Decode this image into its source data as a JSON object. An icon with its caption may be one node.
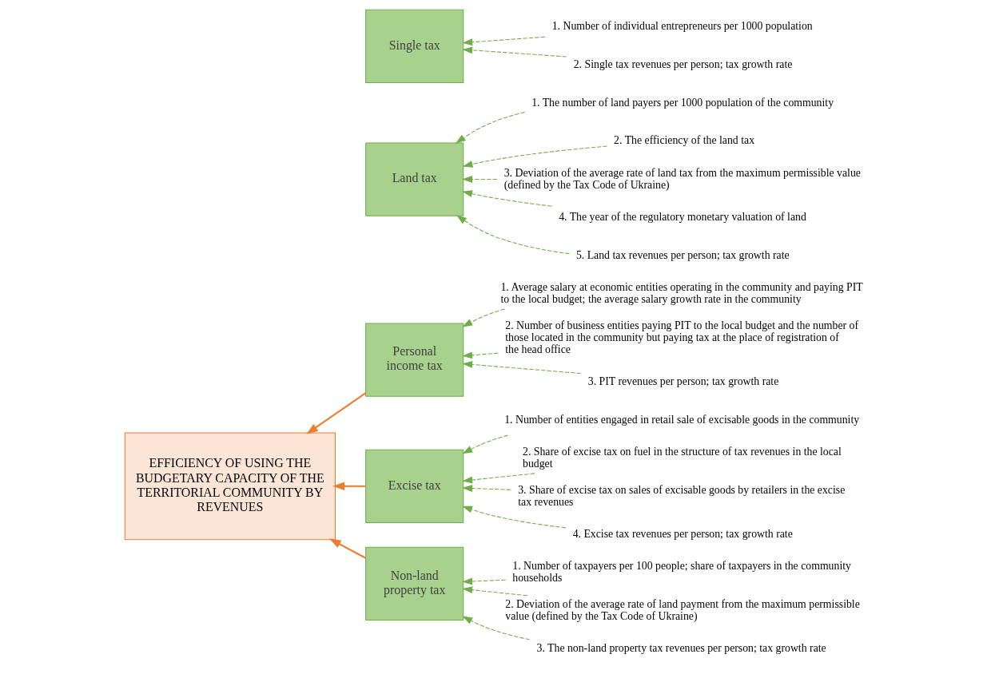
{
  "diagram": {
    "nodes": [
      {
        "text": [
          "EFFICIENCY OF USING THE BUDGETARY CAPACITY OF THE TERRITORIAL COMMUNITY BY REVENUES"
        ]
      },
      {
        "text": [
          "Personal income tax"
        ]
      },
      {
        "text": [
          "1. Average salary at economic entities operating in the community and paying PIT to the local budget; the average salary growth rate in the community"
        ]
      },
      {
        "text": [
          "2. Number of business entities paying PIT to the local budget and the number of those located in the community but paying tax at the place of registration of the head office"
        ]
      },
      {
        "text": [
          "3. PIT revenues per person; tax growth rate"
        ]
      },
      {
        "text": [
          "Excise tax"
        ]
      },
      {
        "text": [
          "1. Number of entities engaged in retail sale of excisable goods in the community"
        ]
      },
      {
        "text": [
          "2. Share of excise tax on fuel in the structure of tax revenues in the local budget"
        ]
      },
      {
        "text": [
          "3. Share of excise tax on sales of excisable goods by retailers in the excise tax revenues"
        ]
      },
      {
        "text": [
          "4. Excise tax revenues per person; tax growth rate"
        ]
      },
      {
        "text": [
          "Land tax"
        ]
      },
      {
        "text": [
          "1. The number of land payers per 1000 population of the community"
        ]
      },
      {
        "text": [
          "2. The efficiency of the land tax"
        ]
      },
      {
        "text": [
          "3. Deviation of the average rate of land tax from the maximum permissible value (defined by the Tax Code of Ukraine)"
        ]
      },
      {
        "text": [
          "4. The year of the regulatory monetary valuation of land"
        ]
      },
      {
        "text": [
          "5. Land tax revenues per person; tax growth rate"
        ]
      },
      {
        "text": [
          "Single tax"
        ]
      },
      {
        "text": [
          "1. Number of individual entrepreneurs per 1000 population"
        ]
      },
      {
        "text": [
          "2. Single tax revenues per person; tax growth rate"
        ]
      },
      {
        "text": [
          "Non-land property tax"
        ]
      },
      {
        "text": [
          "1. Number of taxpayers per 100 people; share of taxpayers in the community households"
        ]
      },
      {
        "text": [
          "2. Deviation of the average rate of land payment from the maximum permissible value (defined by the Tax Code of Ukraine)"
        ]
      },
      {
        "text": [
          "3. The non-land property tax revenues per person; tax growth rate"
        ]
      }
    ],
    "edges": [
      {
        "from": 1,
        "to": 0,
        "arrow": "to",
        "color": "#ed7d31"
      },
      {
        "from": 2,
        "to": 1,
        "arrow": "to",
        "style": "dashed"
      },
      {
        "from": 3,
        "to": 1,
        "arrow": "to",
        "style": "dashed"
      },
      {
        "from": 4,
        "to": 1,
        "arrow": "to",
        "style": "dashed"
      },
      {
        "from": 5,
        "to": 0,
        "arrow": "to",
        "color": "#ed7d31"
      },
      {
        "from": 6,
        "to": 5,
        "arrow": "to",
        "style": "dashed"
      },
      {
        "from": 7,
        "to": 5,
        "arrow": "to",
        "style": "dashed"
      },
      {
        "from": 8,
        "to": 5,
        "arrow": "to",
        "style": "dashed"
      },
      {
        "from": 9,
        "to": 5,
        "arrow": "to",
        "style": "dashed"
      },
      {
        "from": 11,
        "to": 10,
        "arrow": "to",
        "style": "dashed"
      },
      {
        "from": 12,
        "to": 10,
        "arrow": "to",
        "style": "dashed"
      },
      {
        "from": 13,
        "to": 10,
        "arrow": "to",
        "style": "dashed"
      },
      {
        "from": 14,
        "to": 10,
        "arrow": "to",
        "style": "dashed"
      },
      {
        "from": 15,
        "to": 10,
        "arrow": "to",
        "style": "dashed"
      },
      {
        "from": 17,
        "to": 16,
        "arrow": "to",
        "style": "dashed"
      },
      {
        "from": 18,
        "to": 16,
        "arrow": "to",
        "style": "dashed"
      },
      {
        "from": 19,
        "to": 0,
        "arrow": "to",
        "color": "#ed7d31"
      },
      {
        "from": 20,
        "to": 19,
        "arrow": "to",
        "style": "dashed"
      },
      {
        "from": 21,
        "to": 19,
        "arrow": "to",
        "style": "dashed"
      },
      {
        "from": 22,
        "to": 19,
        "arrow": "to",
        "style": "dashed"
      }
    ]
  }
}
